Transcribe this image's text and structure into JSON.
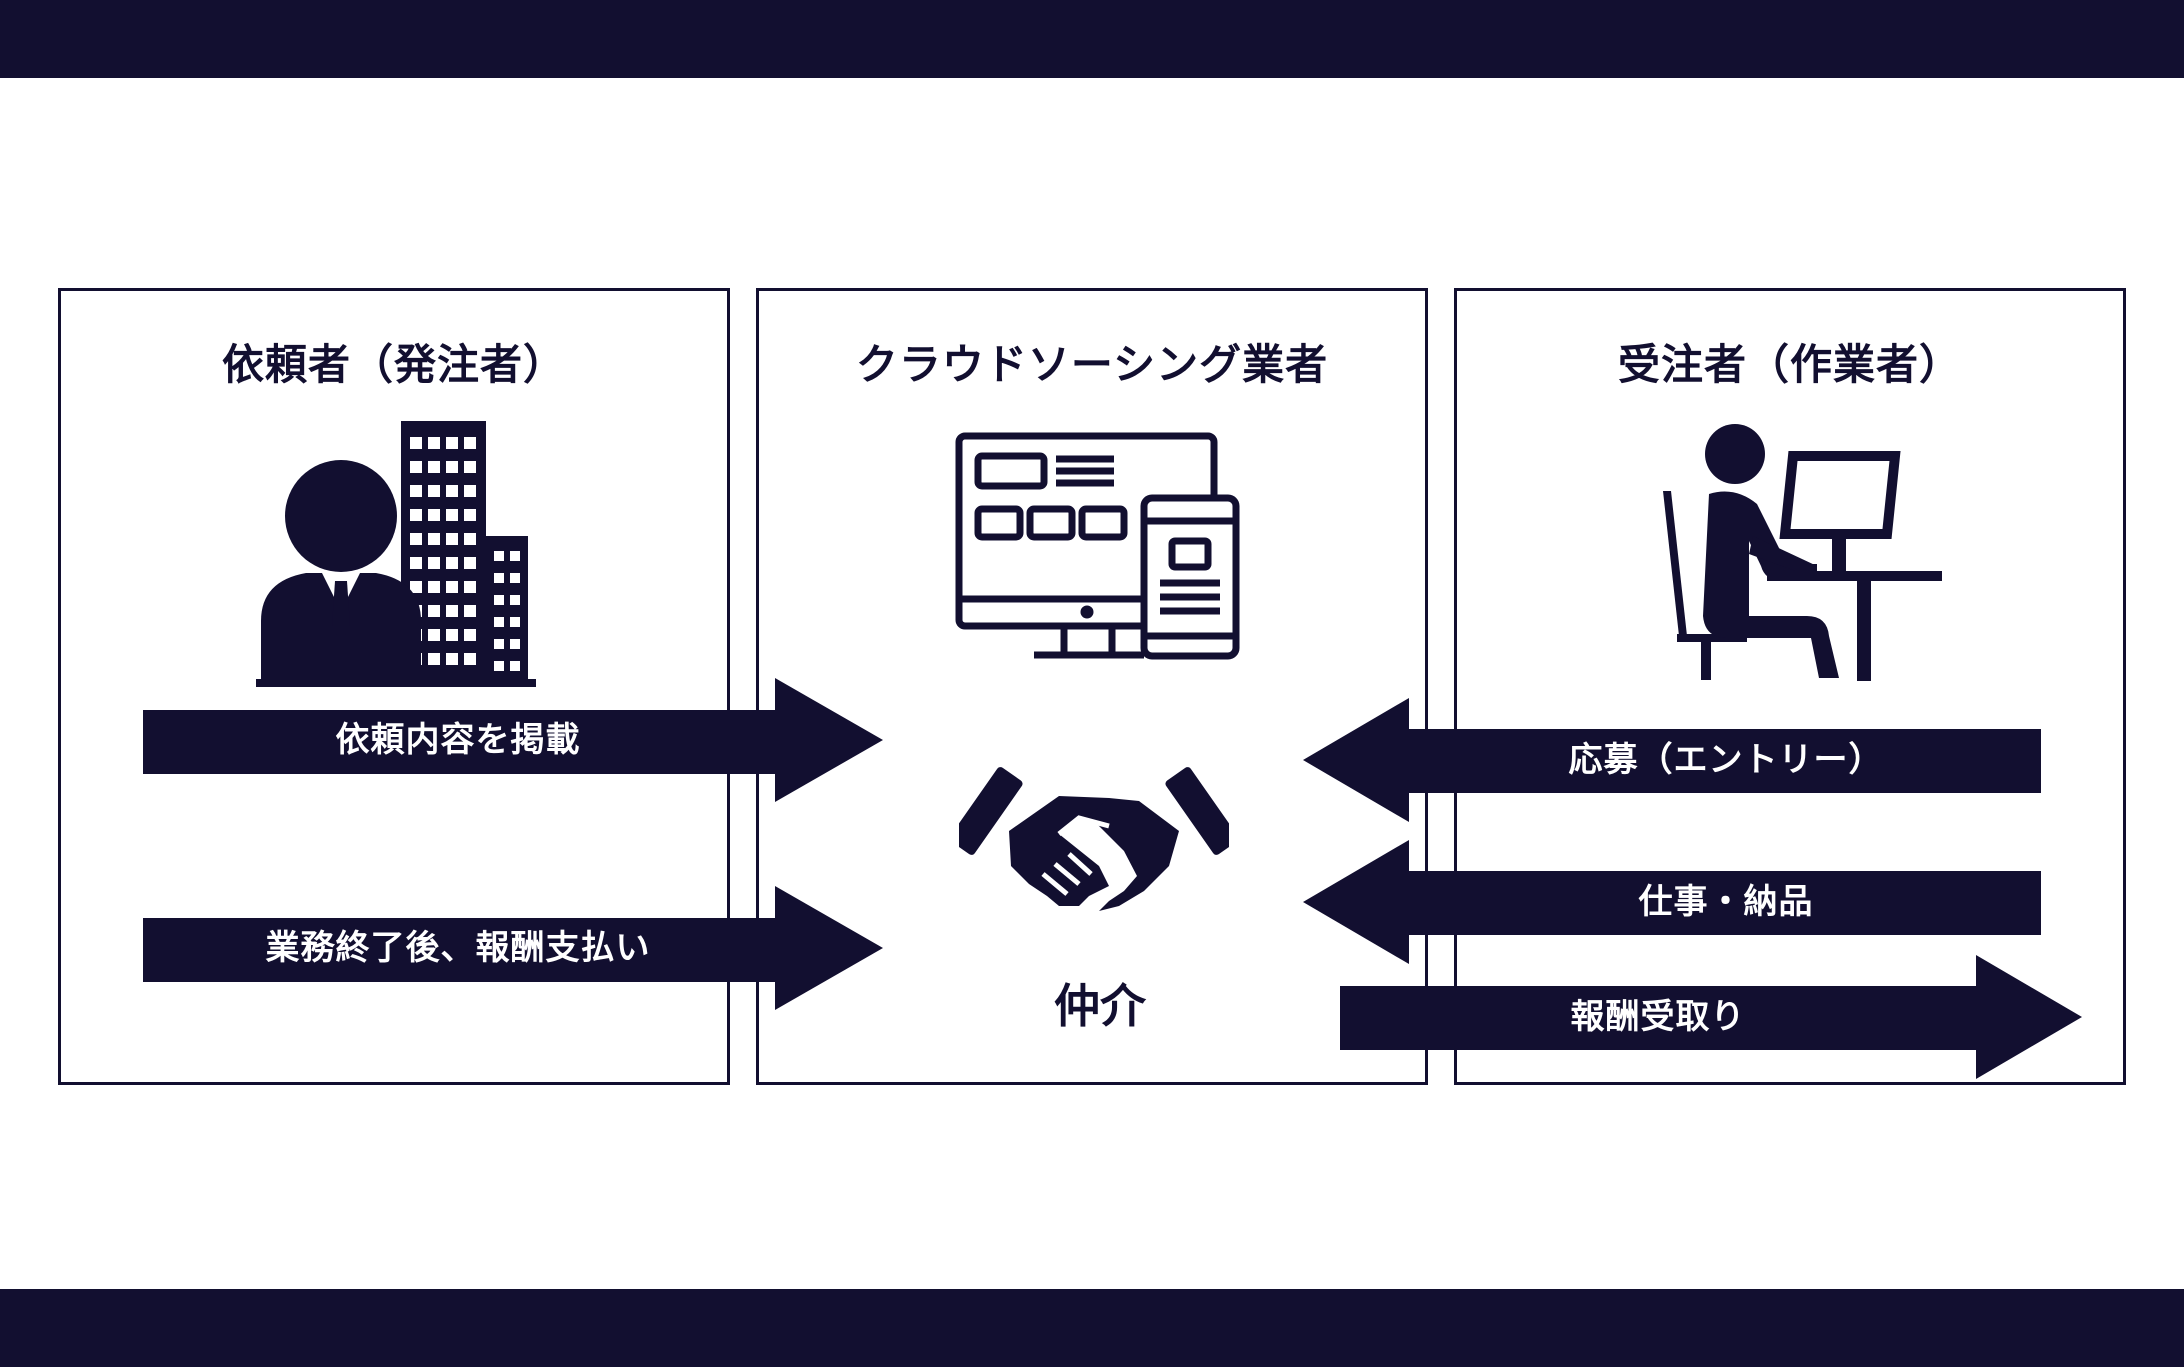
{
  "colors": {
    "navy": "#120f30",
    "background": "#ffffff"
  },
  "panels": {
    "client": {
      "title": "依頼者（発注者）",
      "icon": "businessman-building-icon"
    },
    "platform": {
      "title": "クラウドソーシング業者",
      "icon": "computer-devices-icon"
    },
    "worker": {
      "title": "受注者（作業者）",
      "icon": "person-at-desk-icon"
    }
  },
  "arrows": {
    "post_request": "依頼内容を掲載",
    "pay_reward": "業務終了後、報酬支払い",
    "apply_entry": "応募（エントリー）",
    "work_delivery": "仕事・納品",
    "receive_reward": "報酬受取り"
  },
  "mediation": {
    "label": "仲介",
    "icon": "handshake-icon"
  }
}
